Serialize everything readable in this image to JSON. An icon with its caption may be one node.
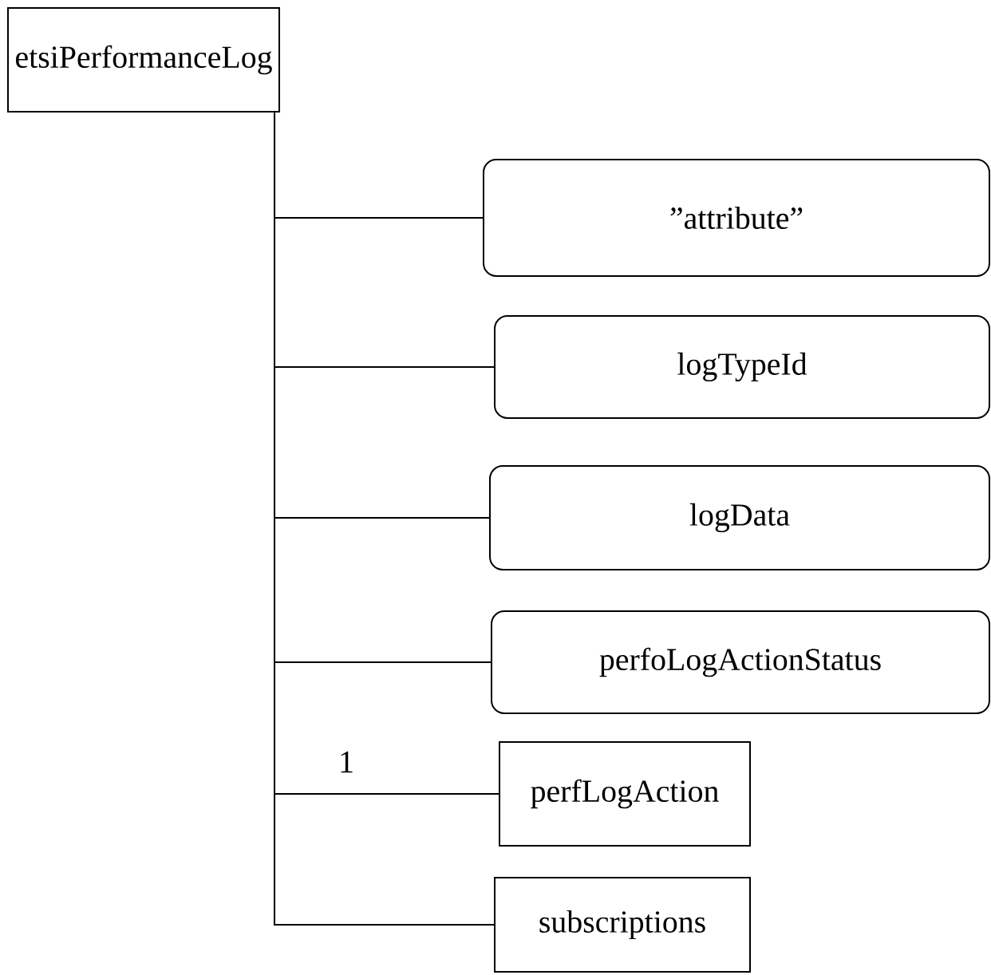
{
  "diagram": {
    "nodes": [
      {
        "text": [
          "etsiPerformanceLog"
        ]
      },
      {
        "text": [
          "”attribute”"
        ]
      },
      {
        "text": [
          "logTypeId"
        ]
      },
      {
        "text": [
          "logData"
        ]
      },
      {
        "text": [
          "perfoLogActionStatus"
        ]
      },
      {
        "text": [
          "perfLogAction"
        ]
      },
      {
        "text": [
          "subscriptions"
        ]
      }
    ],
    "edges": [
      {
        "from": 0,
        "to": 1,
        "arrow": "none"
      },
      {
        "from": 0,
        "to": 2,
        "arrow": "none"
      },
      {
        "from": 0,
        "to": 3,
        "arrow": "none"
      },
      {
        "from": 0,
        "to": 4,
        "arrow": "none"
      },
      {
        "from": 0,
        "to": 5,
        "arrow": "none",
        "label": "1"
      },
      {
        "from": 0,
        "to": 6,
        "arrow": "none"
      }
    ]
  }
}
